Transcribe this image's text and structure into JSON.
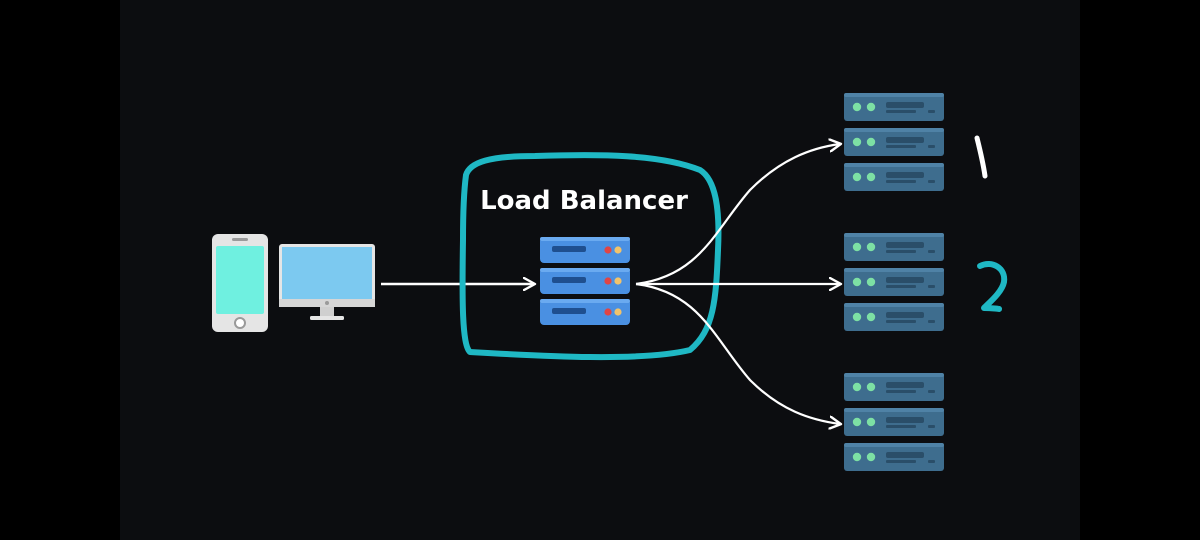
{
  "diagram": {
    "title": "Load Balancer",
    "handwritten_labels": [
      "1",
      "2"
    ],
    "colors": {
      "canvas_background": "#0c0d10",
      "side_bars": "#000000",
      "highlight_stroke": "#1fb8c4",
      "arrow": "#ffffff",
      "lb_server_body": "#4a90e2",
      "lb_server_slot": "#1f4f8f",
      "backend_server_body": "#3e6d8e",
      "backend_server_slot": "#2a4e69",
      "led_green": "#7de0a4",
      "led_red": "#e04545",
      "led_yellow": "#f2c36b",
      "phone_screen": "#6ff0e0",
      "monitor_screen": "#7cc9f0",
      "device_frame": "#e5e5e5"
    },
    "icons": {
      "client_phone": "smartphone-icon",
      "client_monitor": "monitor-icon",
      "load_balancer": "server-stack-icon",
      "backend": "server-stack-icon"
    },
    "backend_server_count": 3
  }
}
